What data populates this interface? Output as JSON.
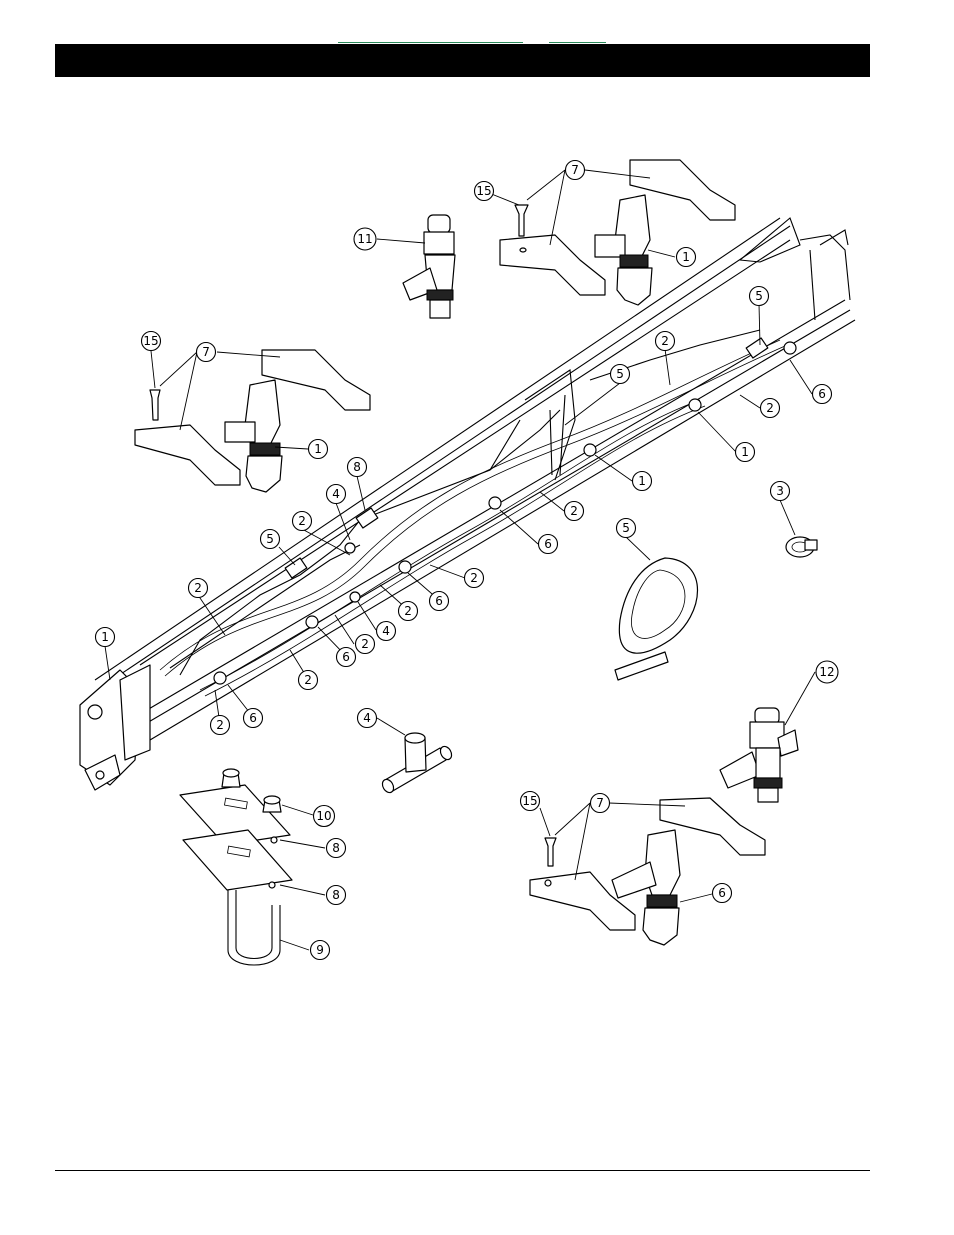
{
  "header": {
    "bar_color": "#000000",
    "link_color": "#2a8a5a"
  },
  "callouts": [
    {
      "id": "c-15-a",
      "label": "15"
    },
    {
      "id": "c-7-a",
      "label": "7"
    },
    {
      "id": "c-1-a",
      "label": "1"
    },
    {
      "id": "c-11",
      "label": "11"
    },
    {
      "id": "c-15-b",
      "label": "15"
    },
    {
      "id": "c-7-b",
      "label": "7"
    },
    {
      "id": "c-1-b",
      "label": "1"
    },
    {
      "id": "c-5-a",
      "label": "5"
    },
    {
      "id": "c-2-a",
      "label": "2"
    },
    {
      "id": "c-6-a",
      "label": "6"
    },
    {
      "id": "c-5-b",
      "label": "5"
    },
    {
      "id": "c-2-b",
      "label": "2"
    },
    {
      "id": "c-1-c",
      "label": "1"
    },
    {
      "id": "c-1-d",
      "label": "1"
    },
    {
      "id": "c-3",
      "label": "3"
    },
    {
      "id": "c-2-c",
      "label": "2"
    },
    {
      "id": "c-6-b",
      "label": "6"
    },
    {
      "id": "c-5-c",
      "label": "5"
    },
    {
      "id": "c-8-a",
      "label": "8"
    },
    {
      "id": "c-4-a",
      "label": "4"
    },
    {
      "id": "c-2-d",
      "label": "2"
    },
    {
      "id": "c-5-d",
      "label": "5"
    },
    {
      "id": "c-2-e",
      "label": "2"
    },
    {
      "id": "c-6-c",
      "label": "6"
    },
    {
      "id": "c-2-f",
      "label": "2"
    },
    {
      "id": "c-4-b",
      "label": "4"
    },
    {
      "id": "c-2-g",
      "label": "2"
    },
    {
      "id": "c-6-d",
      "label": "6"
    },
    {
      "id": "c-2-h",
      "label": "2"
    },
    {
      "id": "c-2-i",
      "label": "2"
    },
    {
      "id": "c-1-e",
      "label": "1"
    },
    {
      "id": "c-2-j",
      "label": "2"
    },
    {
      "id": "c-6-e",
      "label": "6"
    },
    {
      "id": "c-4-c",
      "label": "4"
    },
    {
      "id": "c-12",
      "label": "12"
    },
    {
      "id": "c-10",
      "label": "10"
    },
    {
      "id": "c-8-b",
      "label": "8"
    },
    {
      "id": "c-8-c",
      "label": "8"
    },
    {
      "id": "c-9",
      "label": "9"
    },
    {
      "id": "c-15-c",
      "label": "15"
    },
    {
      "id": "c-7-c",
      "label": "7"
    },
    {
      "id": "c-6-f",
      "label": "6"
    }
  ]
}
